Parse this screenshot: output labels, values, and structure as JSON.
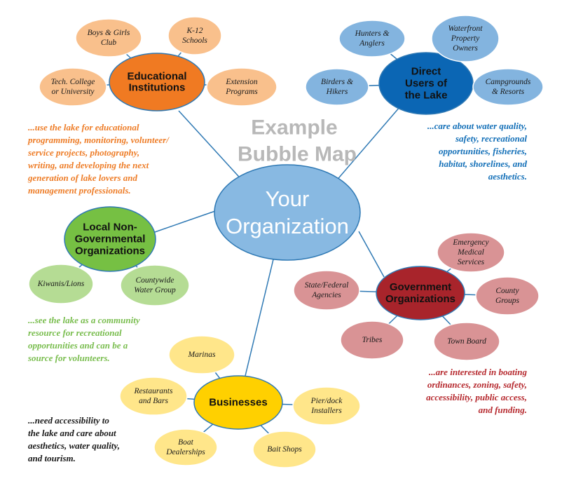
{
  "title": [
    "Example",
    "Bubble Map"
  ],
  "center": [
    "Your",
    "Organization"
  ],
  "colors": {
    "edu_hub": "#f07a22",
    "edu_leaf": "#f9c08c",
    "edu_text": "#ee7d28",
    "lake_hub": "#0b66b4",
    "lake_leaf": "#83b4df",
    "lake_text": "#1470b8",
    "ngo_hub": "#76c043",
    "ngo_leaf": "#b5dc94",
    "ngo_text": "#79bd4e",
    "gov_hub": "#a8242b",
    "gov_leaf": "#d99395",
    "gov_text": "#b62a2f",
    "biz_hub": "#ffd000",
    "biz_leaf": "#ffe68a",
    "biz_text": "#1a1a1a",
    "center": "#88b9e2",
    "line": "#2f79b4"
  },
  "groups": {
    "edu": {
      "hub": [
        "Educational",
        "Institutions"
      ],
      "leaves": [
        [
          "Boys & Girls",
          "Club"
        ],
        [
          "K-12",
          "Schools"
        ],
        [
          "Tech. College",
          "or University"
        ],
        [
          "Extension",
          "Programs"
        ]
      ],
      "note": [
        "...use the lake for educational",
        "programming, monitoring, volunteer/",
        "service projects, photography,",
        "writing, and developing the next",
        "generation of lake lovers and",
        "management professionals."
      ]
    },
    "lake": {
      "hub": [
        "Direct",
        "Users of",
        "the Lake"
      ],
      "leaves": [
        [
          "Hunters &",
          "Anglers"
        ],
        [
          "Waterfront",
          "Property",
          "Owners"
        ],
        [
          "Birders &",
          "Hikers"
        ],
        [
          "Campgrounds",
          "& Resorts"
        ]
      ],
      "note": [
        "...care about water quality,",
        "safety, recreational",
        "opportunities, fisheries,",
        "habitat, shorelines, and",
        "aesthetics."
      ]
    },
    "ngo": {
      "hub": [
        "Local Non-",
        "Governmental",
        "Organizations"
      ],
      "leaves": [
        [
          "Kiwanis/Lions"
        ],
        [
          "Countywide",
          "Water Group"
        ]
      ],
      "note": [
        "...see the lake as a community",
        "resource for recreational",
        "opportunities and can be a",
        "source for volunteers."
      ]
    },
    "gov": {
      "hub": [
        "Government",
        "Organizations"
      ],
      "leaves": [
        [
          "Emergency",
          "Medical",
          "Services"
        ],
        [
          "State/Federal",
          "Agencies"
        ],
        [
          "County",
          "Groups"
        ],
        [
          "Tribes"
        ],
        [
          "Town Board"
        ]
      ],
      "note": [
        "...are interested in boating",
        "ordinances, zoning, safety,",
        "accessibility, public access,",
        "and funding."
      ]
    },
    "biz": {
      "hub": [
        "Businesses"
      ],
      "leaves": [
        [
          "Marinas"
        ],
        [
          "Restaurants",
          "and Bars"
        ],
        [
          "Pier/dock",
          "Installers"
        ],
        [
          "Boat",
          "Dealerships"
        ],
        [
          "Bait Shops"
        ]
      ],
      "note": [
        "...need accessibility to",
        "the lake and care about",
        "aesthetics, water quality,",
        "and tourism."
      ]
    }
  }
}
